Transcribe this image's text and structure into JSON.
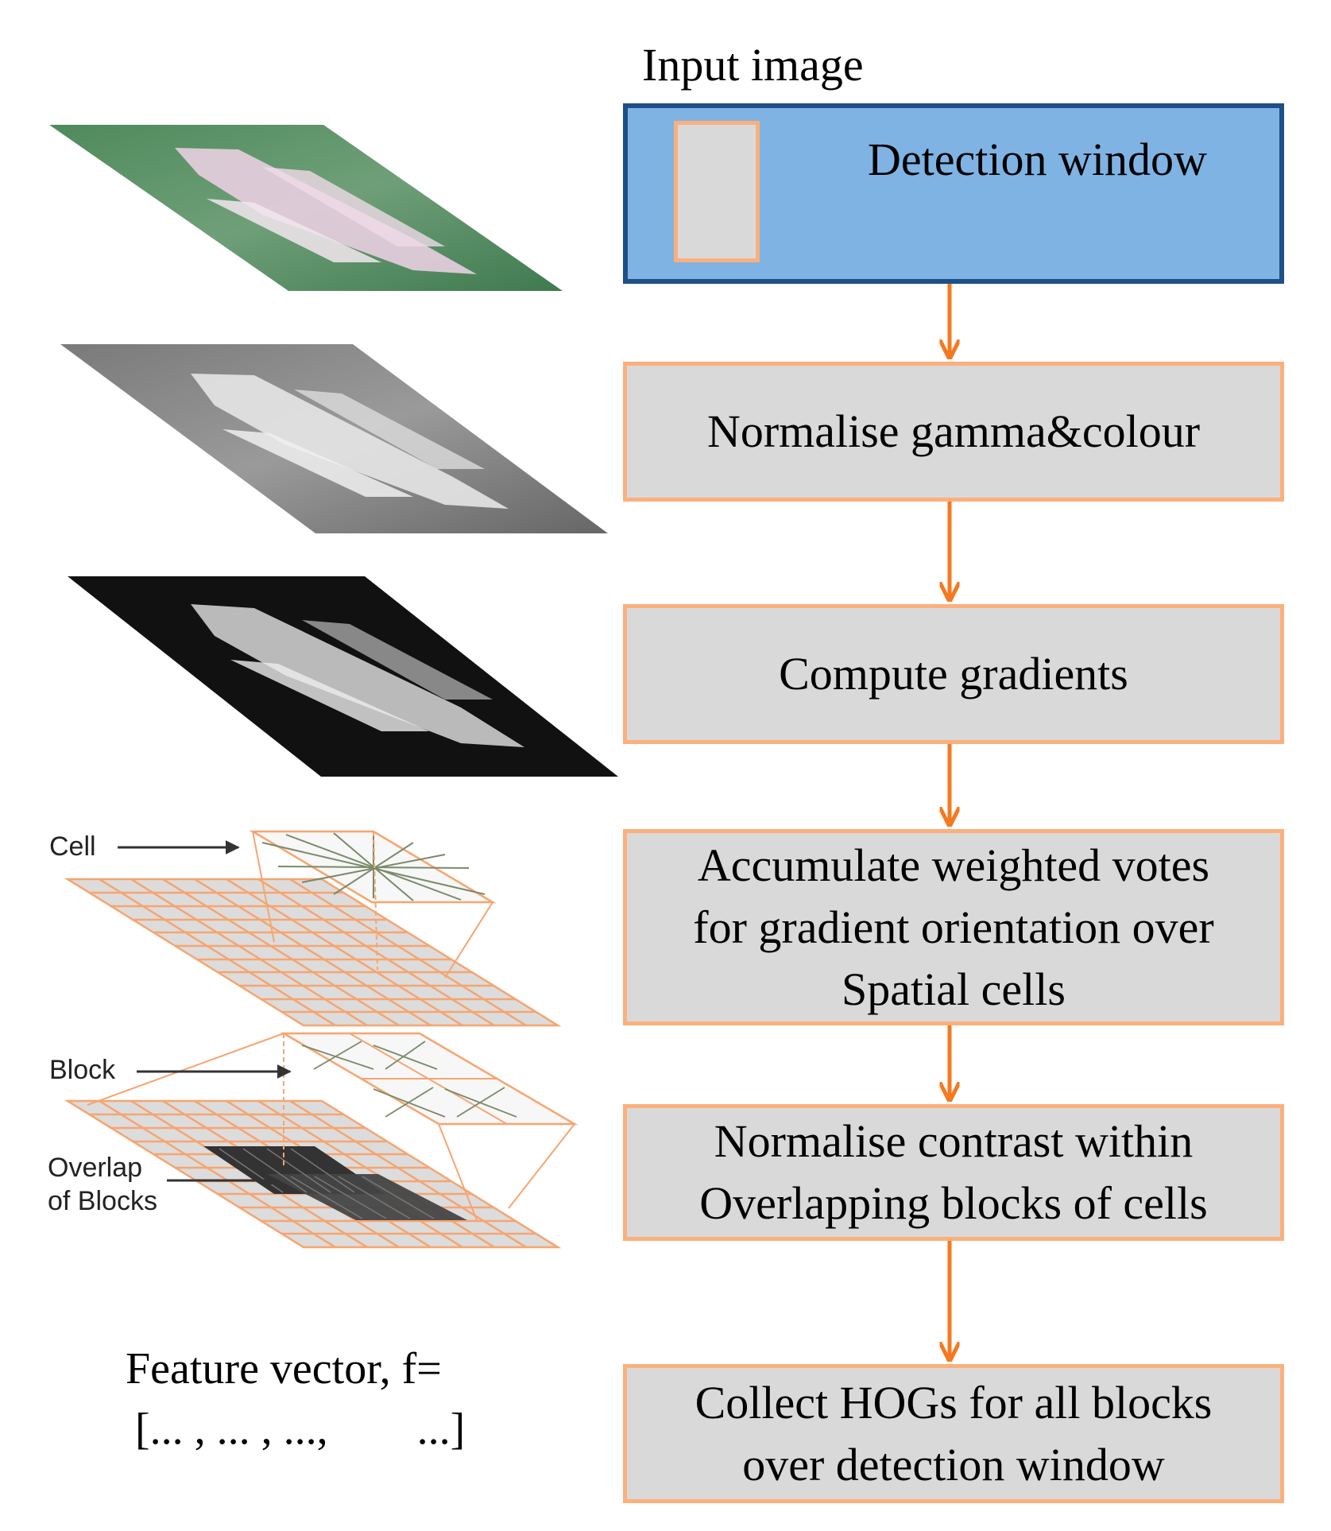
{
  "input_label": "Input image",
  "detection_window_label": "Detection window",
  "steps": [
    {
      "lines": [
        "Normalise gamma&colour"
      ]
    },
    {
      "lines": [
        "Compute gradients"
      ]
    },
    {
      "lines": [
        "Accumulate weighted votes",
        "for gradient orientation over",
        "Spatial cells"
      ]
    },
    {
      "lines": [
        "Normalise contrast within",
        "Overlapping blocks of cells"
      ]
    },
    {
      "lines": [
        "Collect HOGs for all blocks",
        "over detection window"
      ]
    }
  ],
  "cell_label": "Cell",
  "block_label": "Block",
  "overlap_label": [
    "Overlap",
    "of Blocks"
  ],
  "feature_vector_label": "Feature vector, f=",
  "feature_vector_value": "[... , ... , ...,        ...]",
  "colors": {
    "input_box_fill": "#7fb3e4",
    "input_box_border": "#1e4f87",
    "step_fill": "#d9d9d9",
    "step_border": "#fbb07c",
    "arrow": "#f47920"
  }
}
